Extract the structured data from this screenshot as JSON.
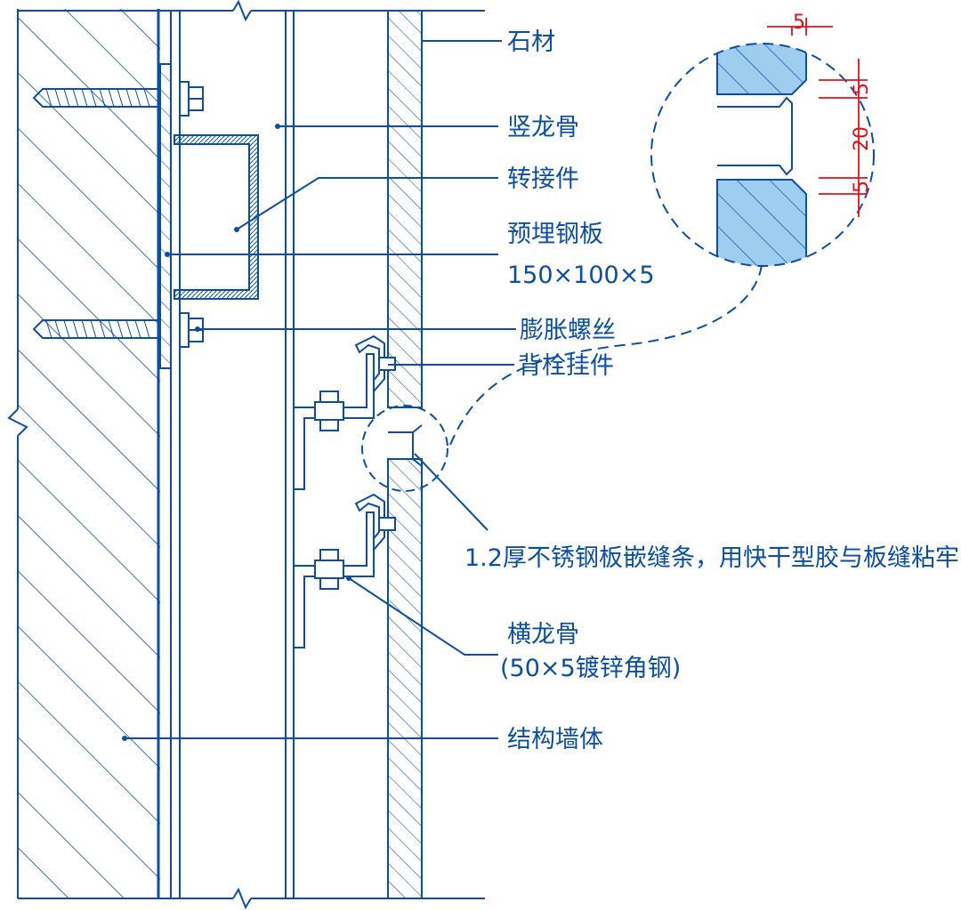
{
  "labels": {
    "stone": "石材",
    "vertical_keel": "竖龙骨",
    "adapter": "转接件",
    "embedded_plate": "预埋钢板",
    "embedded_plate_size": "150×100×5",
    "expansion_bolt": "膨胀螺丝",
    "back_bolt_hanger": "背栓挂件",
    "joint_strip": "1.2厚不锈钢板嵌缝条，用快干型胶与板缝粘牢",
    "horizontal_keel": "横龙骨",
    "horizontal_keel_spec": "(50×5镀锌角钢)",
    "structural_wall": "结构墙体"
  },
  "dimensions": {
    "top": "5",
    "side_upper": "5",
    "gap": "20",
    "side_lower": "5"
  },
  "colors": {
    "line": "#0a4fa3",
    "dimension": "#e2101a",
    "stone_fill": "#9fcdf0"
  }
}
